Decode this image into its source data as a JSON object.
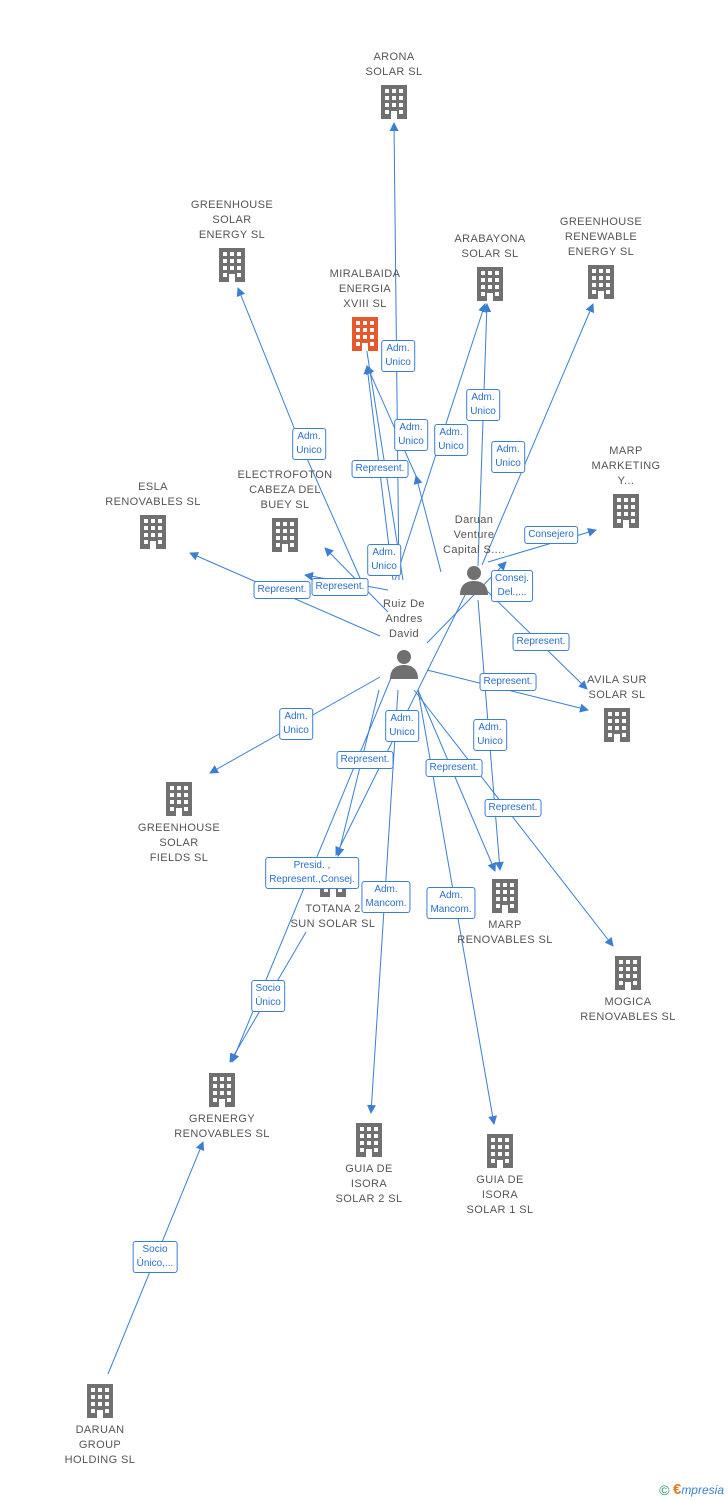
{
  "colors": {
    "line": "#3b7fd4",
    "company": "#707070",
    "highlight": "#e8582d",
    "person": "#707070"
  },
  "icons": {
    "company": "building-icon",
    "person": "person-icon"
  },
  "nodes": [
    {
      "id": "arona",
      "type": "company",
      "lines": [
        "ARONA",
        "SOLAR SL"
      ]
    },
    {
      "id": "greenhouse_solar_energy",
      "type": "company",
      "lines": [
        "GREENHOUSE",
        "SOLAR",
        "ENERGY SL"
      ]
    },
    {
      "id": "miralbaida",
      "type": "company",
      "highlight": true,
      "lines": [
        "MIRALBAIDA",
        "ENERGIA",
        "XVIII SL"
      ]
    },
    {
      "id": "arabayona",
      "type": "company",
      "lines": [
        "ARABAYONA",
        "SOLAR SL"
      ]
    },
    {
      "id": "greenhouse_renewable",
      "type": "company",
      "lines": [
        "GREENHOUSE",
        "RENEWABLE",
        "ENERGY SL"
      ]
    },
    {
      "id": "marp_marketing",
      "type": "company",
      "lines": [
        "MARP",
        "MARKETING",
        "Y..."
      ]
    },
    {
      "id": "esla",
      "type": "company",
      "lines": [
        "ESLA",
        "RENOVABLES SL"
      ]
    },
    {
      "id": "electrofoton",
      "type": "company",
      "lines": [
        "ELECTROFOTON",
        "CABEZA DEL",
        "BUEY SL"
      ]
    },
    {
      "id": "daruan_venture",
      "type": "person",
      "lines": [
        "Daruan",
        "Venture",
        "Capital S...."
      ]
    },
    {
      "id": "ruiz",
      "type": "person",
      "main": true,
      "lines": [
        "Ruiz De",
        "Andres",
        "David"
      ]
    },
    {
      "id": "avila",
      "type": "company",
      "lines": [
        "AVILA SUR",
        "SOLAR SL"
      ]
    },
    {
      "id": "greenhouse_solar_fields",
      "type": "company",
      "lines": [
        "GREENHOUSE",
        "SOLAR",
        "FIELDS SL"
      ]
    },
    {
      "id": "totana",
      "type": "company",
      "lines": [
        "TOTANA 2",
        "SUN SOLAR SL"
      ]
    },
    {
      "id": "marp_renovables",
      "type": "company",
      "lines": [
        "MARP",
        "RENOVABLES SL"
      ]
    },
    {
      "id": "mogica",
      "type": "company",
      "lines": [
        "MOGICA",
        "RENOVABLES SL"
      ]
    },
    {
      "id": "grenergy",
      "type": "company",
      "lines": [
        "GRENERGY",
        "RENOVABLES SL"
      ]
    },
    {
      "id": "guia2",
      "type": "company",
      "lines": [
        "GUIA DE",
        "ISORA",
        "SOLAR 2 SL"
      ]
    },
    {
      "id": "guia1",
      "type": "company",
      "lines": [
        "GUIA DE",
        "ISORA",
        "SOLAR 1 SL"
      ]
    },
    {
      "id": "daruan_group",
      "type": "company",
      "lines": [
        "DARUAN",
        "GROUP",
        "HOLDING  SL"
      ]
    }
  ],
  "edge_labels": [
    {
      "id": "l1",
      "lines": [
        "Adm.",
        "Unico"
      ]
    },
    {
      "id": "l2",
      "lines": [
        "Adm.",
        "Unico"
      ]
    },
    {
      "id": "l3",
      "lines": [
        "Adm.",
        "Unico"
      ]
    },
    {
      "id": "l4",
      "lines": [
        "Adm.",
        "Unico"
      ]
    },
    {
      "id": "l5",
      "lines": [
        "Represent."
      ]
    },
    {
      "id": "l6",
      "lines": [
        "Adm.",
        "Unico"
      ]
    },
    {
      "id": "l7",
      "lines": [
        "Represent."
      ]
    },
    {
      "id": "l8",
      "lines": [
        "Consejero"
      ]
    },
    {
      "id": "l9",
      "lines": [
        "Adm.",
        "Unico"
      ]
    },
    {
      "id": "l10",
      "lines": [
        "Represent."
      ]
    },
    {
      "id": "l11",
      "lines": [
        "Represent."
      ]
    },
    {
      "id": "l12",
      "lines": [
        "Consej.",
        "Del.,..."
      ]
    },
    {
      "id": "l13",
      "lines": [
        "Adm.",
        "Unico"
      ]
    },
    {
      "id": "l14",
      "lines": [
        "Represent."
      ]
    },
    {
      "id": "l15",
      "lines": [
        "Adm.",
        "Unico"
      ]
    },
    {
      "id": "l16",
      "lines": [
        "Adm.",
        "Unico"
      ]
    },
    {
      "id": "l17",
      "lines": [
        "Adm.",
        "Unico"
      ]
    },
    {
      "id": "l18",
      "lines": [
        "Represent."
      ]
    },
    {
      "id": "l19",
      "lines": [
        "Represent."
      ]
    },
    {
      "id": "l20",
      "lines": [
        "Represent."
      ]
    },
    {
      "id": "l21",
      "lines": [
        "Presid. ,",
        "Represent.,Consej."
      ]
    },
    {
      "id": "l22",
      "lines": [
        "Adm.",
        "Mancom."
      ]
    },
    {
      "id": "l23",
      "lines": [
        "Adm.",
        "Mancom."
      ]
    },
    {
      "id": "l24",
      "lines": [
        "Socio",
        "Único"
      ]
    },
    {
      "id": "l25",
      "lines": [
        "Socio",
        "Único,..."
      ]
    }
  ],
  "footer": {
    "copyright": "©",
    "brand_initial": "€",
    "brand_rest": "mpresia"
  }
}
